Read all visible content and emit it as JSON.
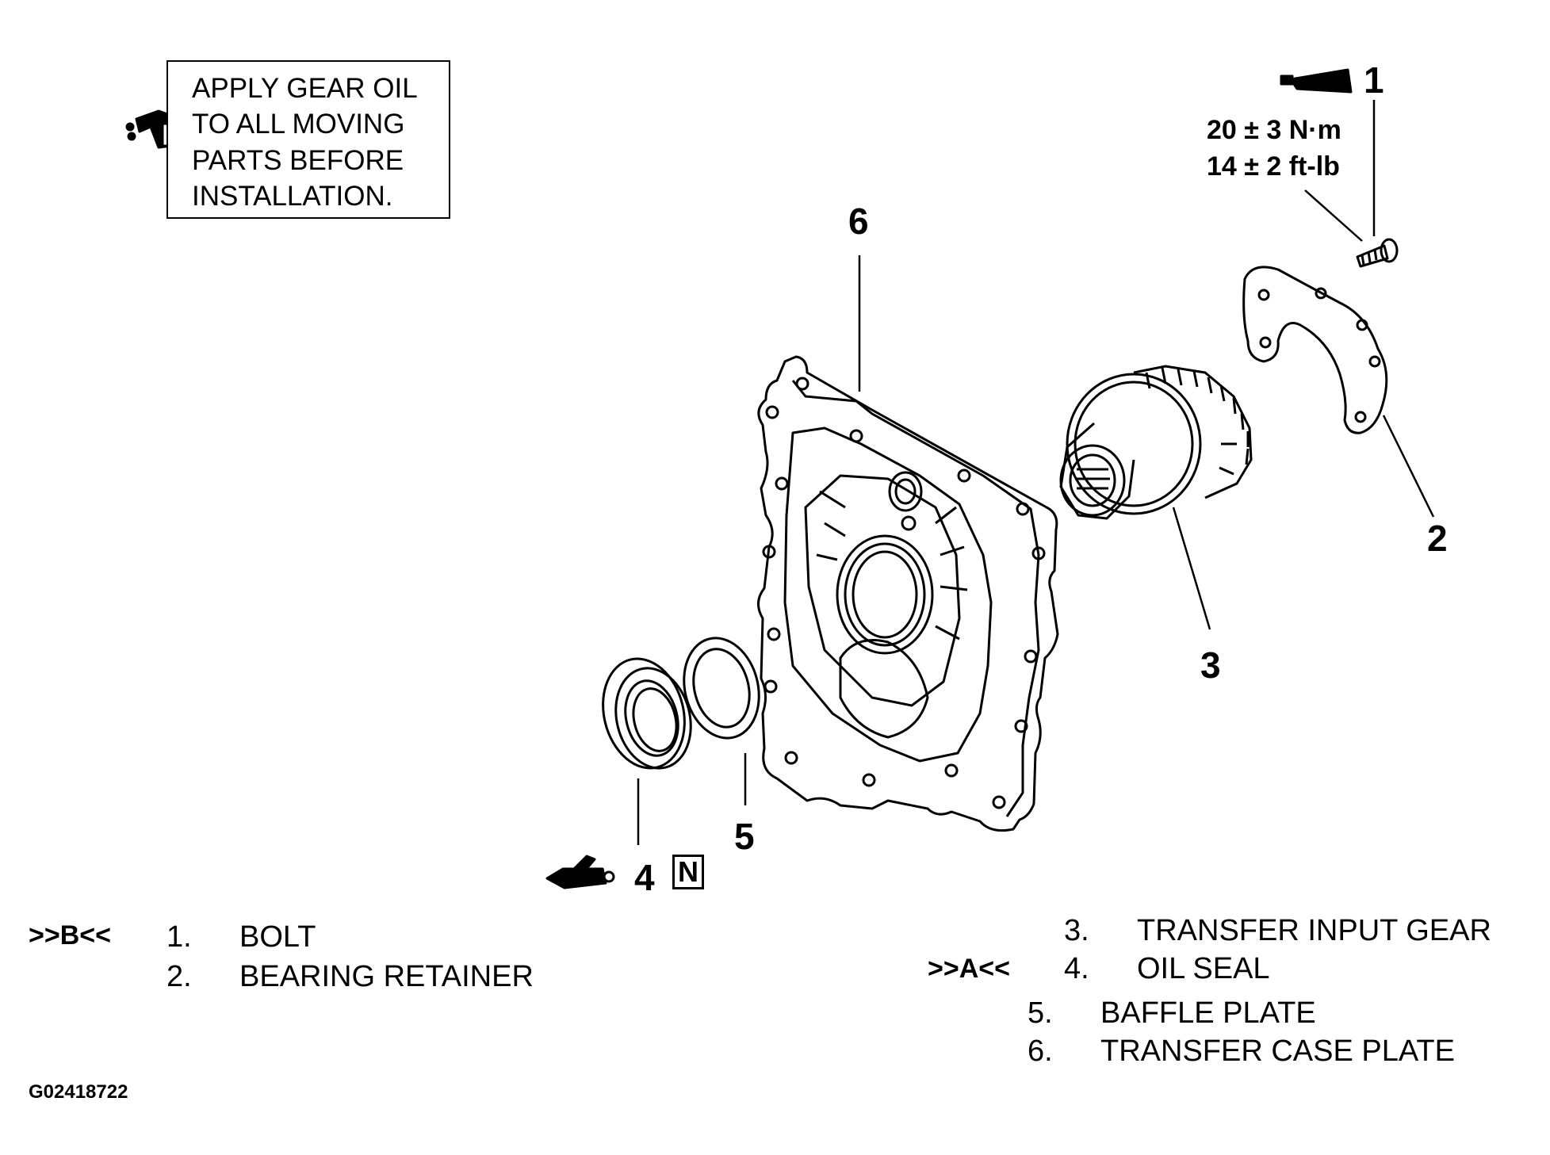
{
  "note": {
    "lines": [
      "APPLY GEAR OIL",
      "TO ALL MOVING",
      "PARTS BEFORE",
      "INSTALLATION."
    ]
  },
  "callouts": {
    "c1": "1",
    "c2": "2",
    "c3": "3",
    "c4": "4",
    "c5": "5",
    "c6": "6"
  },
  "torque": {
    "metric": "20 ± 3 N·m",
    "imperial": "14 ± 2 ft-lb"
  },
  "new_part_badge": "N",
  "legend": {
    "left_ref": ">>B<<",
    "right_ref": ">>A<<",
    "items": [
      {
        "num": "1.",
        "name": "BOLT"
      },
      {
        "num": "2.",
        "name": "BEARING RETAINER"
      },
      {
        "num": "3.",
        "name": "TRANSFER INPUT GEAR"
      },
      {
        "num": "4.",
        "name": "OIL SEAL"
      },
      {
        "num": "5.",
        "name": "BAFFLE PLATE"
      },
      {
        "num": "6.",
        "name": "TRANSFER CASE PLATE"
      }
    ]
  },
  "figure_code": "G02418722",
  "icons": {
    "oil_can": "oil-can-icon",
    "sealant_tube": "sealant-tube-icon",
    "grease_gun": "grease-gun-icon"
  }
}
